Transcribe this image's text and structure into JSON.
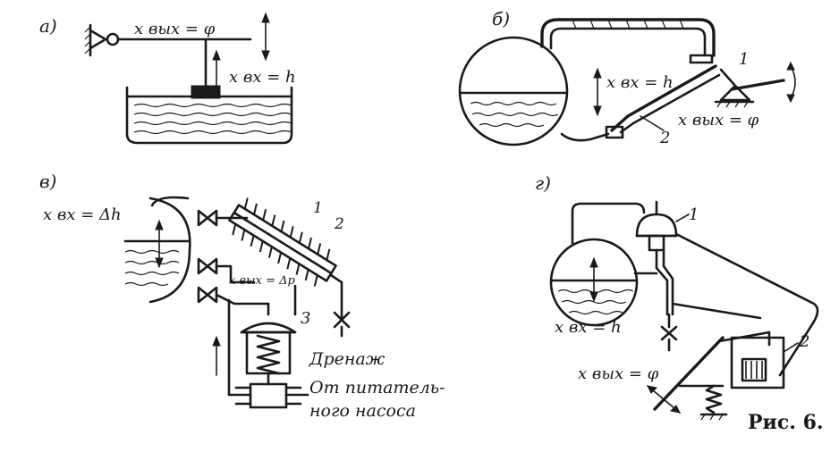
{
  "figure": {
    "caption": "Рис. 6."
  },
  "panels": {
    "a": {
      "letter": "а)",
      "output_label": "x вых = φ",
      "input_label": "x вх = h"
    },
    "b": {
      "letter": "б)",
      "input_label": "x вх = h",
      "output_label": "x вых = φ",
      "part1": "1",
      "part2": "2"
    },
    "v": {
      "letter": "в)",
      "input_label": "x вх = Δh",
      "output_label": "x вых = Δp",
      "part1": "1",
      "part2": "2",
      "part3": "3",
      "drain_label": "Дренаж",
      "pump_line1": "От питатель-",
      "pump_line2": "ного насоса"
    },
    "g": {
      "letter": "г)",
      "input_label": "x вх = h",
      "output_label": "x вых = φ",
      "part1": "1",
      "part2": "2"
    }
  }
}
